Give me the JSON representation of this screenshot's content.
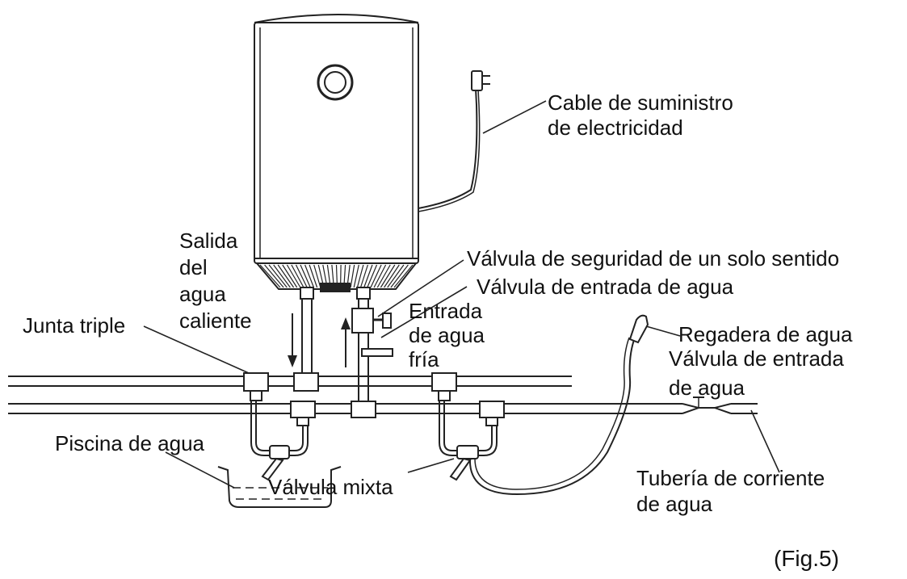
{
  "labels": {
    "power_cable": [
      "Cable de suministro",
      "de electricidad"
    ],
    "hot_water_outlet": [
      "Salida",
      "del",
      "agua",
      "caliente"
    ],
    "safety_valve": "Válvula de seguridad de un solo sentido",
    "inlet_valve_top": "Válvula de entrada de agua",
    "cold_water_inlet": [
      "Entrada",
      "de agua",
      "fría"
    ],
    "tee_joint": "Junta triple",
    "shower_head": "Regadera de agua",
    "inlet_valve_right": [
      "Válvula de entrada",
      "de agua"
    ],
    "water_basin": "Piscina de agua",
    "mixing_valve": "Válvula mixta",
    "mains_pipe": [
      "Tubería de corriente",
      "de agua"
    ],
    "figure_ref": "(Fig.5)"
  }
}
